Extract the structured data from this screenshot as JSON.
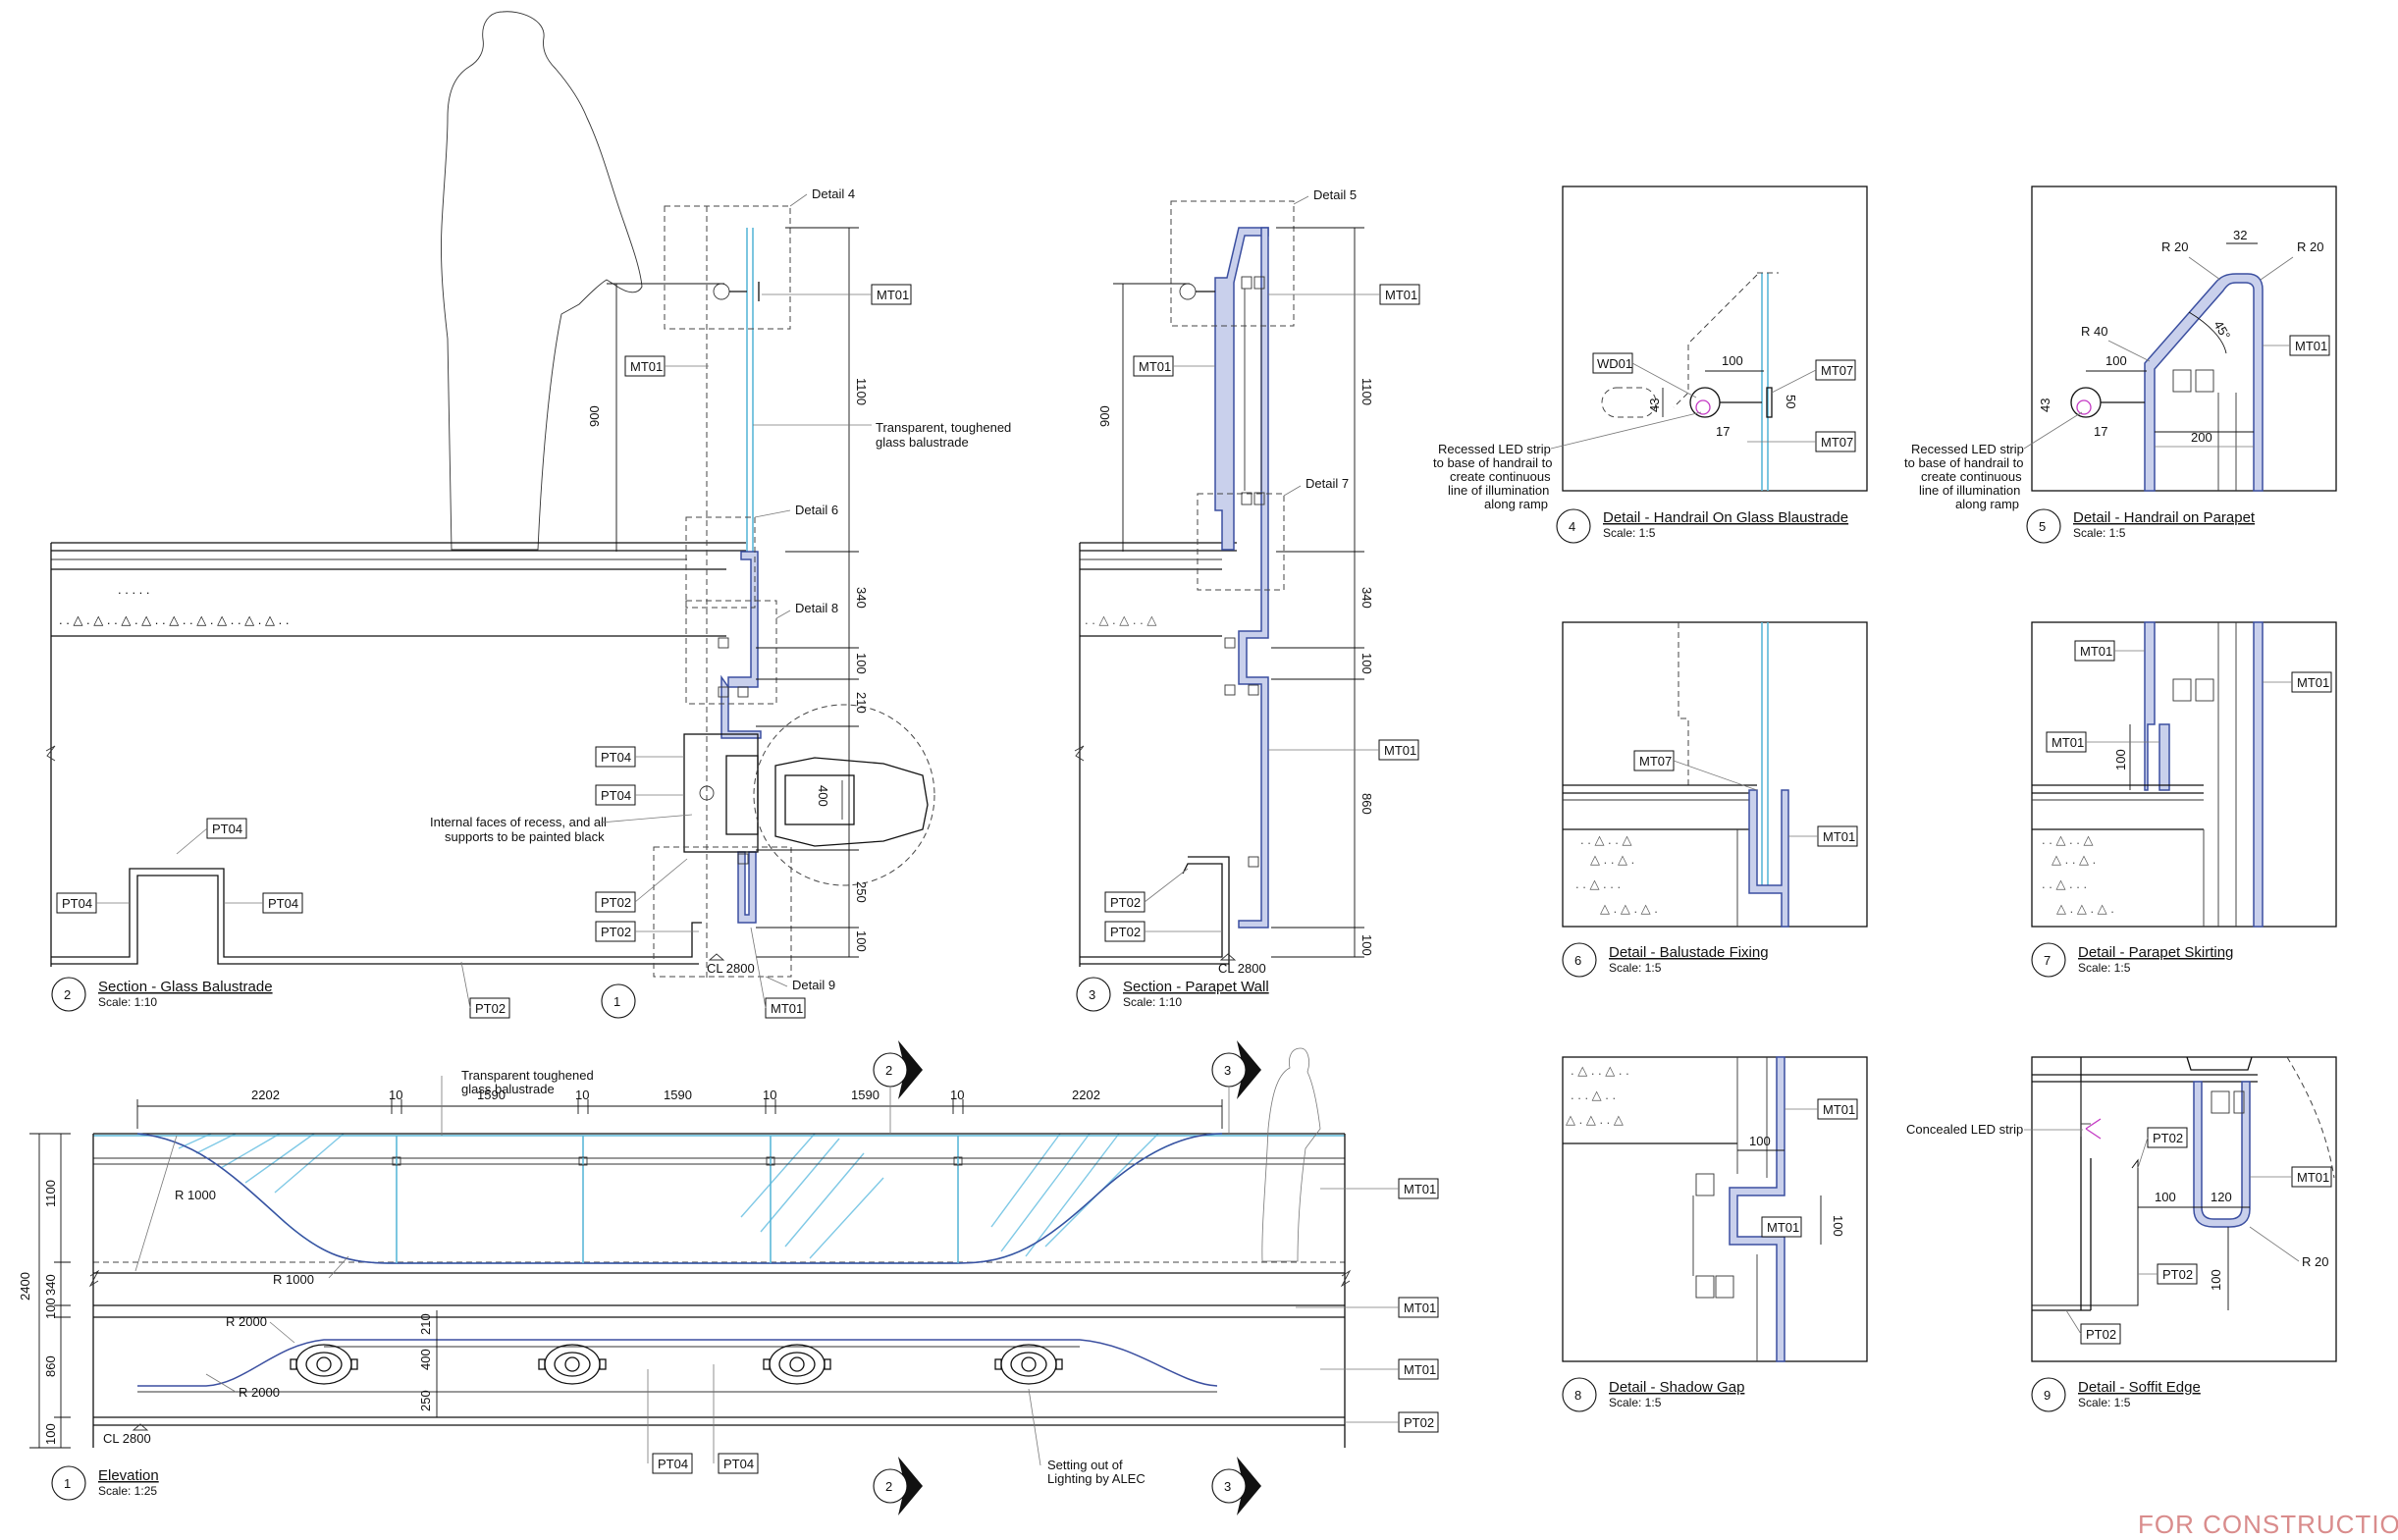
{
  "stamp": "FOR CONSTRUCTION",
  "tags": {
    "MT01": "MT01",
    "MT07": "MT07",
    "PT02": "PT02",
    "PT04": "PT04",
    "WD01": "WD01"
  },
  "callouts": {
    "detail4": "Detail 4",
    "detail5": "Detail 5",
    "detail6": "Detail 6",
    "detail7": "Detail 7",
    "detail8": "Detail 8",
    "detail9": "Detail 9"
  },
  "notes": {
    "glass_line1": "Transparent, toughened",
    "glass_line2": "glass balustrade",
    "recess_line1": "Internal faces of recess, and all",
    "recess_line2": "supports to be painted black",
    "elev_glass_line1": "Transparent toughened",
    "elev_glass_line2": "glass balustrade",
    "led_line1": "Recessed LED strip",
    "led_line2": "to base of handrail to",
    "led_line3": "create continuous",
    "led_line4": "line of illumination",
    "led_line5": "along ramp",
    "concealed_led": "Concealed LED strip",
    "setting_line1": "Setting out of",
    "setting_line2": "Lighting by ALEC",
    "cl": "CL 2800"
  },
  "dims": {
    "d900": "900",
    "d1100": "1100",
    "d340": "340",
    "d100": "100",
    "d210": "210",
    "d400": "400",
    "d250": "250",
    "d860": "860",
    "d2400": "2400",
    "d2202": "2202",
    "d1590": "1590",
    "d10": "10",
    "r1000": "R 1000",
    "r2000": "R 2000",
    "r20": "R 20",
    "r40": "R 40",
    "d43": "43",
    "d17": "17",
    "d50": "50",
    "d32": "32",
    "d200": "200",
    "d120": "120",
    "deg45": "45°"
  },
  "views": [
    {
      "num": "2",
      "title": "Section - Glass Balustrade",
      "scale": "Scale: 1:10"
    },
    {
      "num": "3",
      "title": "Section - Parapet Wall",
      "scale": "Scale: 1:10"
    },
    {
      "num": "1",
      "title": "Elevation",
      "scale": "Scale: 1:25"
    },
    {
      "num": "4",
      "title": "Detail - Handrail On Glass Blaustrade",
      "scale": "Scale: 1:5"
    },
    {
      "num": "5",
      "title": "Detail - Handrail on Parapet",
      "scale": "Scale: 1:5"
    },
    {
      "num": "6",
      "title": "Detail - Balustade Fixing",
      "scale": "Scale: 1:5"
    },
    {
      "num": "7",
      "title": "Detail - Parapet Skirting",
      "scale": "Scale: 1:5"
    },
    {
      "num": "8",
      "title": "Detail - Shadow Gap",
      "scale": "Scale: 1:5"
    },
    {
      "num": "9",
      "title": "Detail - Soffit Edge",
      "scale": "Scale: 1:5"
    }
  ],
  "markers": {
    "one": "1",
    "two": "2",
    "three": "3"
  }
}
